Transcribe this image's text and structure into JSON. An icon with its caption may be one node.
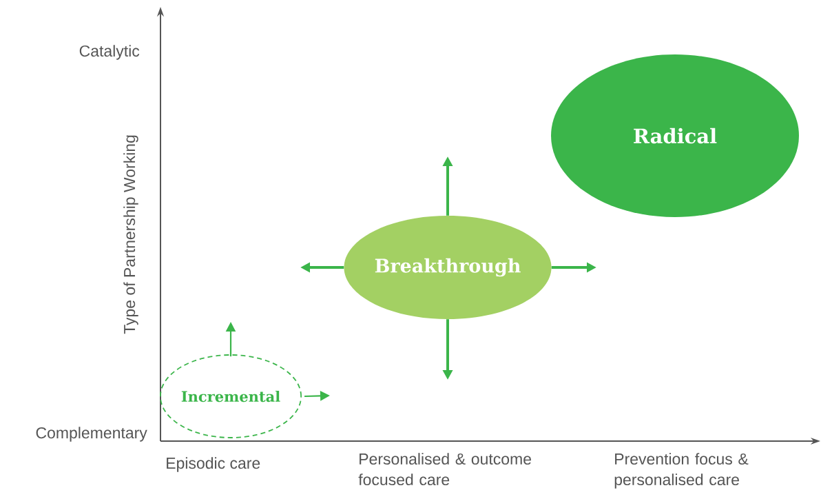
{
  "diagram": {
    "nodes": [
      {
        "text": [
          "Incremental"
        ]
      },
      {
        "text": [
          "Breakthrough"
        ]
      },
      {
        "text": [
          "Radical"
        ]
      }
    ],
    "edges": [
      {
        "from": 0,
        "to": null,
        "arrow": "to"
      },
      {
        "from": 0,
        "to": null,
        "arrow": "to"
      },
      {
        "from": 1,
        "to": null,
        "arrow": "to"
      },
      {
        "from": 1,
        "to": null,
        "arrow": "to"
      },
      {
        "from": 1,
        "to": null,
        "arrow": "to"
      },
      {
        "from": 1,
        "to": null,
        "arrow": "to"
      }
    ],
    "labels": [
      "Catalytic",
      "Complementary",
      "Type of Partnership Working",
      "Episodic care",
      "Personalised & outcome focused care",
      "Prevention focus & personalised care"
    ]
  }
}
